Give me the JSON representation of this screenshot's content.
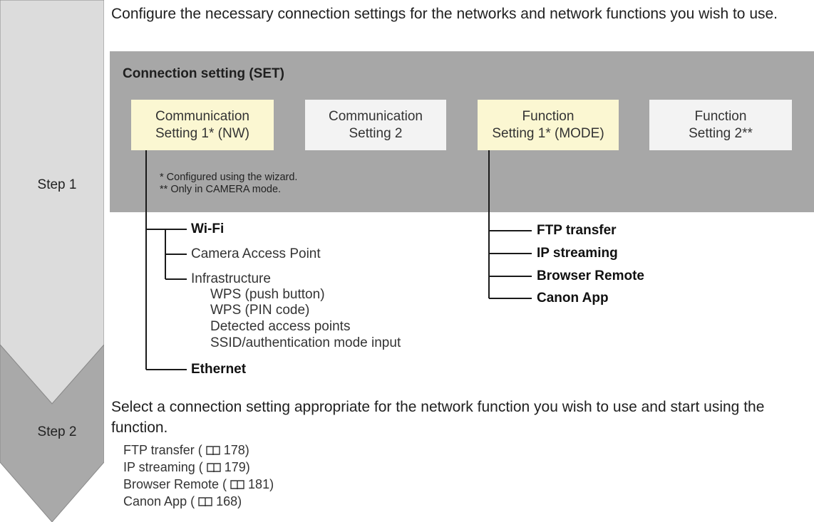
{
  "steps": {
    "step1": "Step 1",
    "step2": "Step 2"
  },
  "intro": "Configure the necessary connection settings for the networks and network functions you wish to use.",
  "panel": {
    "title": "Connection setting (SET)",
    "boxes": [
      {
        "line1": "Communication",
        "line2": "Setting 1* (NW)",
        "highlighted": true
      },
      {
        "line1": "Communication",
        "line2": "Setting 2",
        "highlighted": false
      },
      {
        "line1": "Function",
        "line2": "Setting 1* (MODE)",
        "highlighted": true
      },
      {
        "line1": "Function",
        "line2": "Setting 2**",
        "highlighted": false
      }
    ],
    "notes": [
      "*  Configured using the wizard.",
      "**  Only in CAMERA mode."
    ]
  },
  "network_tree": {
    "wifi": "Wi-Fi",
    "camera_access_point": "Camera Access Point",
    "infrastructure": "Infrastructure",
    "infrastructure_options": [
      "WPS (push button)",
      "WPS (PIN code)",
      "Detected access points",
      "SSID/authentication mode input"
    ],
    "ethernet": "Ethernet"
  },
  "function_tree": [
    "FTP transfer",
    "IP streaming",
    "Browser Remote",
    "Canon App"
  ],
  "step2": {
    "text": "Select a connection setting appropriate for the network function you wish to use and start using the function.",
    "references": [
      {
        "label": "FTP transfer (",
        "page": "178)"
      },
      {
        "label": "IP streaming (",
        "page": "179)"
      },
      {
        "label": "Browser Remote (",
        "page": "181)"
      },
      {
        "label": "Canon App (",
        "page": "168)"
      }
    ]
  },
  "colors": {
    "step1_arrow": "#dcdcdc",
    "step2_arrow": "#a9a9a9",
    "panel": "#a7a7a7",
    "highlight_box": "#fbf7d2",
    "plain_box": "#f3f3f3"
  }
}
